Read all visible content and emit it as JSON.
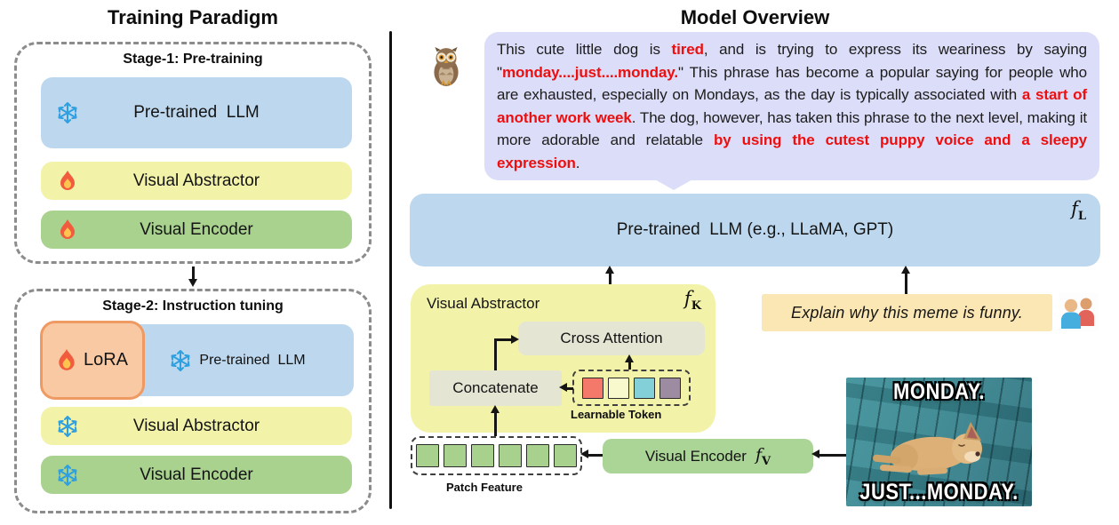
{
  "left_panel": {
    "title": "Training Paradigm",
    "stage1": {
      "title": "Stage-1: Pre-training",
      "rows": [
        {
          "label": "Pre-trained  LLM",
          "icon": "snowflake"
        },
        {
          "label": "Visual Abstractor",
          "icon": "fire"
        },
        {
          "label": "Visual Encoder",
          "icon": "fire"
        }
      ]
    },
    "stage2": {
      "title": "Stage-2: Instruction tuning",
      "lora_label": "LoRA",
      "llm_label": "Pre-trained  LLM",
      "rows": [
        {
          "label": "Visual Abstractor",
          "icon": "snowflake"
        },
        {
          "label": "Visual Encoder",
          "icon": "snowflake"
        }
      ]
    }
  },
  "right_panel": {
    "title": "Model Overview",
    "bubble": {
      "segments": [
        {
          "text": "This cute little dog is ",
          "red": false
        },
        {
          "text": "tired",
          "red": true
        },
        {
          "text": ", and is trying to express its weariness by saying \"",
          "red": false
        },
        {
          "text": "monday....just....monday.",
          "red": true
        },
        {
          "text": "\" This phrase has become a popular saying for people who are exhausted, especially on Mondays, as the day is typically associated with ",
          "red": false
        },
        {
          "text": "a start of another work week",
          "red": true
        },
        {
          "text": ". The dog, however, has taken this phrase to the next level, making it more adorable and relatable ",
          "red": false
        },
        {
          "text": "by using the cutest puppy voice and a sleepy expression",
          "red": true
        },
        {
          "text": ".",
          "red": false
        }
      ]
    },
    "llm_box": {
      "label": "Pre-trained  LLM (e.g., LLaMA, GPT)",
      "f": "f",
      "sub": "L"
    },
    "abstractor": {
      "label": "Visual Abstractor",
      "f": "f",
      "sub": "K",
      "cross_attention_label": "Cross Attention",
      "concatenate_label": "Concatenate",
      "learnable_token_label": "Learnable Token",
      "token_colors": [
        "#f4796b",
        "#f8f9cc",
        "#83d0d8",
        "#9d8ba1"
      ]
    },
    "patch_feature": {
      "label": "Patch Feature",
      "count": 6,
      "color": "#a9d18e"
    },
    "visual_encoder": {
      "label": "Visual Encoder",
      "f": "f",
      "sub": "V"
    },
    "question": {
      "text": "Explain why this meme is funny."
    },
    "meme": {
      "top_text": "MONDAY.",
      "bottom_text": "JUST...MONDAY."
    }
  },
  "colors": {
    "llm_blue": "#bdd8ee",
    "abstractor_yellow": "#f2f3a9",
    "encoder_green": "#a9d28f",
    "lora_fill": "#f8c9a2",
    "lora_border": "#ef9a63",
    "bubble_lavender": "#dcddf8",
    "op_gray": "#e5e5d4",
    "question_yellow": "#fbe7b3",
    "highlight_red": "#ed0f0f"
  }
}
